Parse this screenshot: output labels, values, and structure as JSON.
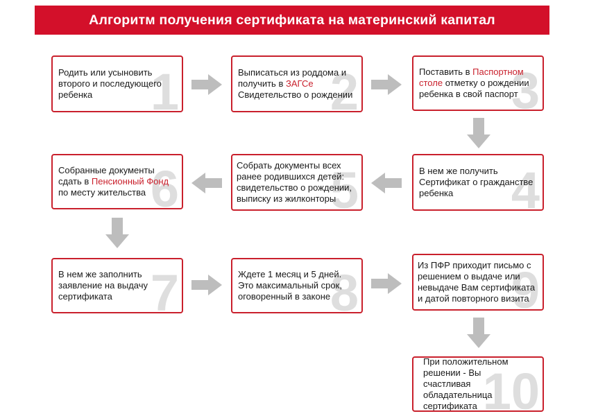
{
  "title": "Алгоритм получения сертификата на материнский капитал",
  "accent_color": "#c9202c",
  "steps": [
    {
      "num": "1",
      "parts": [
        {
          "t": "Родить или усыновить второго и последующего ребенка"
        }
      ]
    },
    {
      "num": "2",
      "parts": [
        {
          "t": "Выписаться из роддома и получить в "
        },
        {
          "t": "ЗАГСе",
          "hl": true
        },
        {
          "t": " Свидетельство о рождении"
        }
      ]
    },
    {
      "num": "3",
      "parts": [
        {
          "t": "Поставить в "
        },
        {
          "t": "Паспортном столе",
          "hl": true
        },
        {
          "t": " отметку о рождении ребенка в свой паспорт"
        }
      ]
    },
    {
      "num": "4",
      "parts": [
        {
          "t": "В нем же получить Сертификат о гражданстве ребенка"
        }
      ]
    },
    {
      "num": "5",
      "parts": [
        {
          "t": "Собрать документы всех ранее родившихся детей: свидетельство о рождении, выписку из жилконторы"
        }
      ]
    },
    {
      "num": "6",
      "parts": [
        {
          "t": "Собранные документы сдать в "
        },
        {
          "t": "Пенсионный Фонд",
          "hl": true
        },
        {
          "t": " по месту жительства"
        }
      ]
    },
    {
      "num": "7",
      "parts": [
        {
          "t": "В нем же заполнить заявление на выдачу сертификата"
        }
      ]
    },
    {
      "num": "8",
      "parts": [
        {
          "t": "Ждете 1 месяц и 5 дней. Это максимальный срок, оговоренный в законе"
        }
      ]
    },
    {
      "num": "9",
      "parts": [
        {
          "t": "Из ПФР приходит письмо с решением о выдаче или невыдаче Вам сертификата и датой повторного визита"
        }
      ]
    },
    {
      "num": "10",
      "parts": [
        {
          "t": "При положительном решении - Вы счастливая обладательница сертификата"
        }
      ]
    }
  ]
}
